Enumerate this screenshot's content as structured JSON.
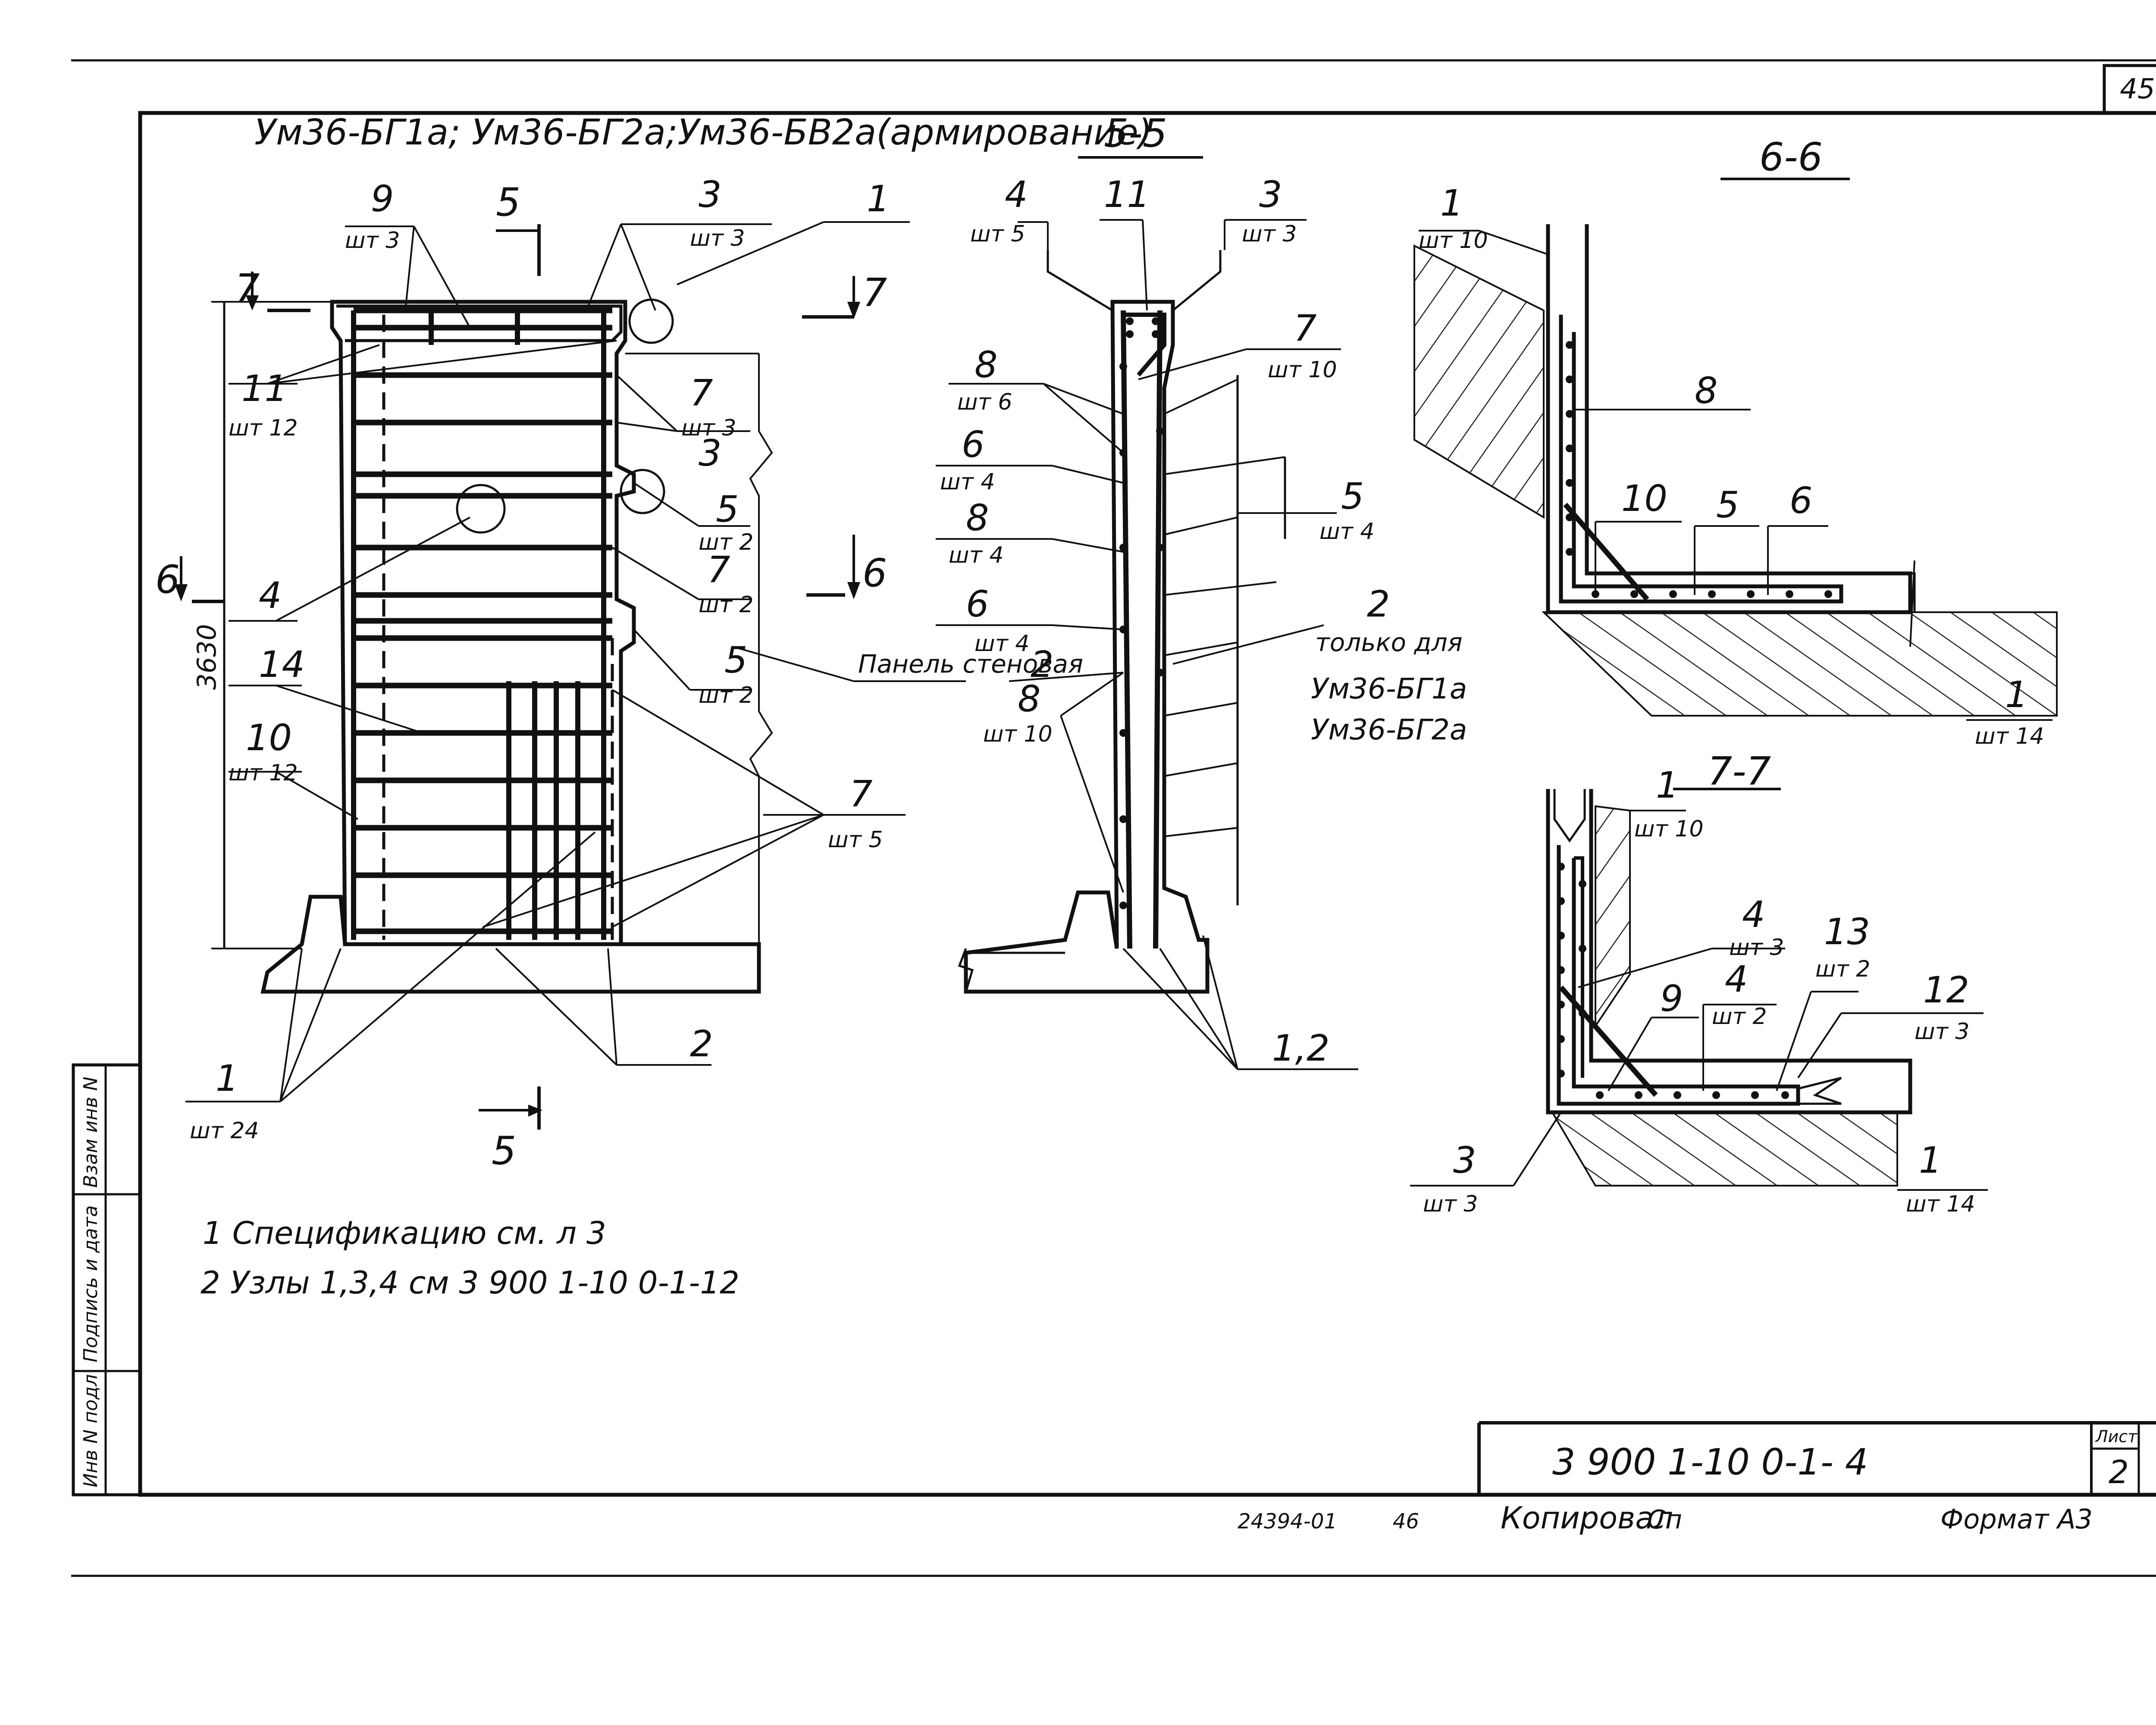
{
  "sheet_number_top": "45",
  "main_title": "Ум36-БГ1а; Ум36-БГ2а;Ум36-БВ2а(армирование)",
  "views": {
    "elevation": {
      "cut_5_top": "5",
      "cut_5_bottom": "5",
      "cut_7_left": "7",
      "cut_7_right": "7",
      "cut_6_left": "6",
      "cut_6_right": "6",
      "dimension": "3630",
      "wall_panel_note": "Панель стеновая",
      "labels": [
        {
          "id": "9",
          "sub": "шт 3"
        },
        {
          "id": "3",
          "sub": "шт 3"
        },
        {
          "id": "1",
          "sub": ""
        },
        {
          "id": "11",
          "sub": "шт 12"
        },
        {
          "id": "7",
          "sub": "шт 3"
        },
        {
          "id": "3",
          "sub": ""
        },
        {
          "id": "5",
          "sub": "шт 2"
        },
        {
          "id": "7",
          "sub": "шт 2"
        },
        {
          "id": "5",
          "sub": "шт 2"
        },
        {
          "id": "4",
          "sub": ""
        },
        {
          "id": "14",
          "sub": ""
        },
        {
          "id": "10",
          "sub": "шт 12"
        },
        {
          "id": "7",
          "sub": "шт 5"
        },
        {
          "id": "1",
          "sub": "шт 24"
        },
        {
          "id": "2",
          "sub": ""
        }
      ]
    },
    "section_5_5": {
      "title": "5-5",
      "labels": [
        {
          "id": "4",
          "sub": "шт 5"
        },
        {
          "id": "11",
          "sub": ""
        },
        {
          "id": "3",
          "sub": "шт 3"
        },
        {
          "id": "7",
          "sub": "шт 10"
        },
        {
          "id": "8",
          "sub": "шт 6"
        },
        {
          "id": "6",
          "sub": "шт 4"
        },
        {
          "id": "8",
          "sub": "шт 4"
        },
        {
          "id": "6",
          "sub": "шт 4"
        },
        {
          "id": "5",
          "sub": "шт 4"
        },
        {
          "id": "2",
          "sub": ""
        },
        {
          "id": "8",
          "sub": "шт 10"
        },
        {
          "id": "1,2",
          "sub": ""
        }
      ],
      "only_for_label": "2",
      "only_for_text": "только для",
      "only_for_items": [
        "Ум36-БГ1а",
        "Ум36-БГ2а"
      ]
    },
    "section_6_6": {
      "title": "6-6",
      "labels": [
        {
          "id": "1",
          "sub": "шт 10"
        },
        {
          "id": "8",
          "sub": ""
        },
        {
          "id": "10",
          "sub": ""
        },
        {
          "id": "5",
          "sub": ""
        },
        {
          "id": "6",
          "sub": ""
        },
        {
          "id": "1",
          "sub": "шт 14"
        }
      ]
    },
    "section_7_7": {
      "title": "7-7",
      "labels": [
        {
          "id": "1",
          "sub": "шт 10"
        },
        {
          "id": "4",
          "sub": "шт 3"
        },
        {
          "id": "13",
          "sub": "шт 2"
        },
        {
          "id": "9",
          "sub": ""
        },
        {
          "id": "4",
          "sub": "шт 2"
        },
        {
          "id": "12",
          "sub": "шт 3"
        },
        {
          "id": "3",
          "sub": "шт 3"
        },
        {
          "id": "1",
          "sub": "шт 14"
        }
      ]
    }
  },
  "notes": [
    "1 Спецификацию см. л 3",
    "2 Узлы 1,3,4 см 3 900 1-10 0-1-12"
  ],
  "side_stamp": [
    "Инв N подл",
    "Подпись и дата",
    "Взам инв N"
  ],
  "title_block": {
    "document_code": "3 900 1-10 0-1- 4",
    "sheet_label": "Лист",
    "sheet_value": "2"
  },
  "footer": {
    "archive_number": "24394-01",
    "page_number": "46",
    "copied_by": "Копировал",
    "copied_sign": "Сп",
    "format": "Формат А3"
  }
}
